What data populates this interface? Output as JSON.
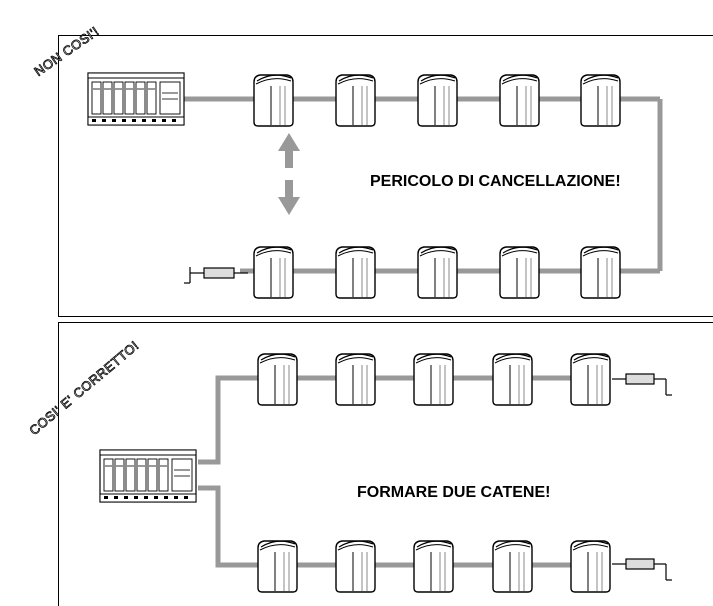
{
  "labels": {
    "wrong_setup": "NON COSI'!",
    "correct_setup": "COSI' E' CORRETTO!"
  },
  "captions": {
    "erase_danger": "PERICOLO DI CANCELLAZIONE!",
    "two_chains": "FORMARE DUE CATENE!"
  },
  "colors": {
    "cable": "#999999",
    "arrow": "#999999",
    "outline": "#000000",
    "terminator_fill": "#dddddd"
  },
  "diagram": {
    "top": {
      "drives_per_row": 5,
      "rows": 2,
      "terminators": 1,
      "bidirectional_arrow": true
    },
    "bottom": {
      "drives_per_row": 5,
      "rows": 2,
      "terminators": 2,
      "bidirectional_arrow": false
    }
  }
}
